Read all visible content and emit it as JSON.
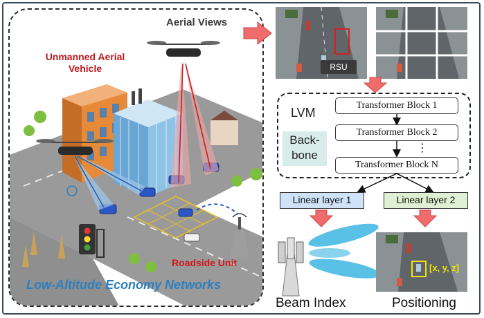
{
  "scene": {
    "aerial_views": "Aerial Views",
    "uav": "Unmanned Aerial Vehicle",
    "roadside_unit": "Roadside Unit",
    "network": "Low-Altitude Economy Networks"
  },
  "aerial": {
    "rsu_tag": "RSU"
  },
  "model": {
    "lvm": "LVM",
    "backbone": "Back-bone",
    "blocks": [
      "Transformer Block 1",
      "Transformer Block 2",
      "Transformer Block N"
    ],
    "ellipsis": "⋮",
    "linear1": "Linear layer 1",
    "linear2": "Linear layer 2"
  },
  "outputs": {
    "beam": "Beam Index",
    "positioning": "Positioning",
    "coords": "[x, y, z]"
  },
  "colors": {
    "uav_text": "#c0171c",
    "rsu_text": "#d0161b",
    "network_text": "#2d7fbf",
    "arrow_fill": "#f06b6b",
    "backbone_bg": "#d9ecec",
    "linear1_bg": "#cfe2f7",
    "linear2_bg": "#dff0d4",
    "beam_lobe": "#3db6e2",
    "highlight": "#f2e600"
  }
}
